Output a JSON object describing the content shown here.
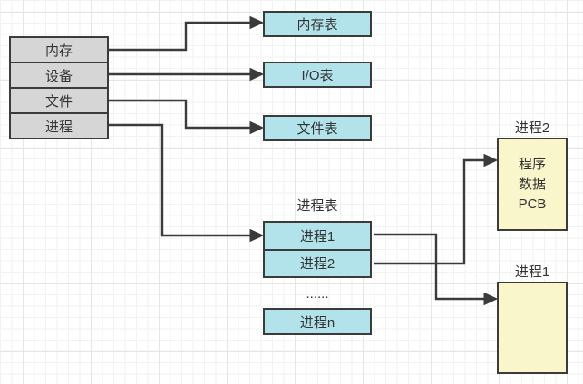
{
  "diagram": {
    "colors": {
      "background": "#ffffff",
      "grid_minor": "#f2f2f2",
      "grid_major": "#e6e6e6",
      "border": "#3b3b3b",
      "arrow": "#3b3b3b",
      "text": "#333333",
      "gray": "#d6d6d6",
      "cyan": "#b2e3eb",
      "yellow": "#faf6cb"
    },
    "system_table": {
      "rows": [
        "内存",
        "设备",
        "文件",
        "进程"
      ]
    },
    "memory_table": {
      "label": "内存表"
    },
    "io_table": {
      "label": "I/O表"
    },
    "file_table": {
      "label": "文件表"
    },
    "process_table": {
      "title": "进程表",
      "rows": [
        "进程1",
        "进程2"
      ],
      "ellipsis": "......",
      "last_row": "进程n"
    },
    "process2_image": {
      "label": "进程2",
      "lines": [
        "程序",
        "数据",
        "PCB"
      ]
    },
    "process1_image": {
      "label": "进程1"
    }
  }
}
